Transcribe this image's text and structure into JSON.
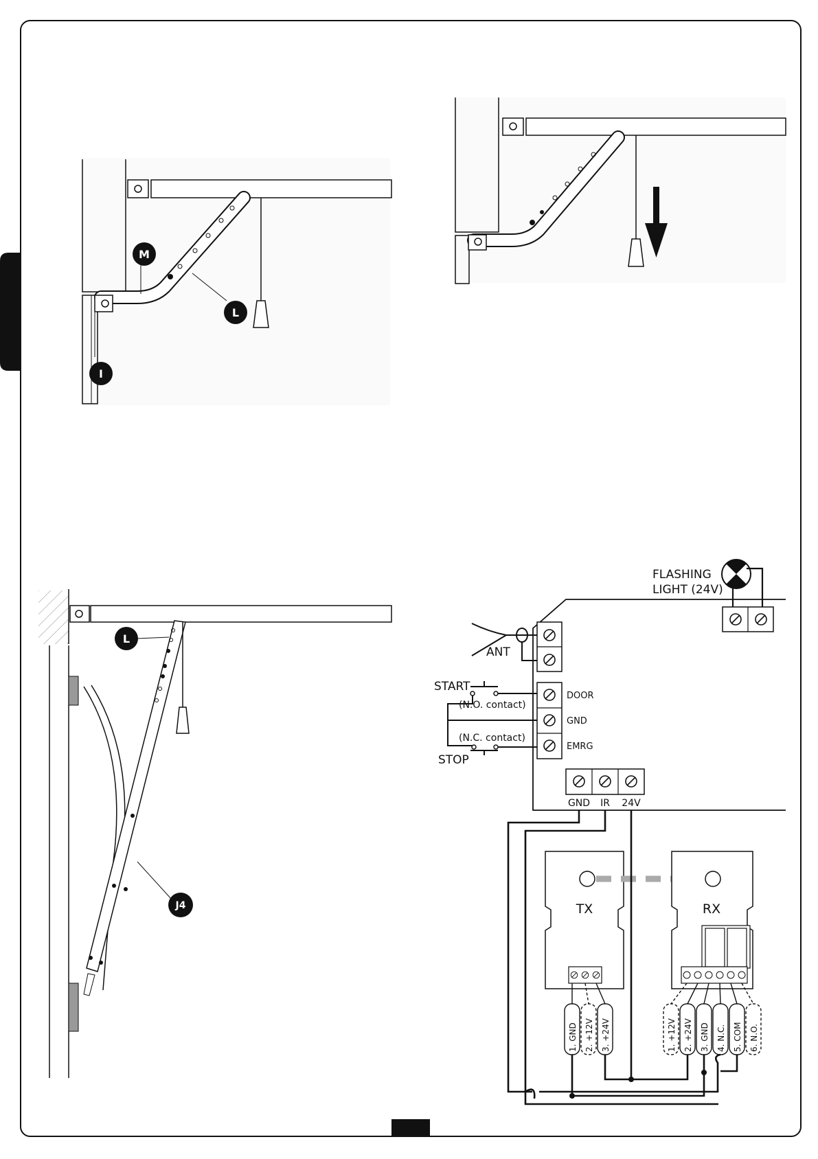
{
  "figures": {
    "arm_detail": {
      "callouts": [
        "M",
        "L",
        "I"
      ]
    },
    "arm_release": {
      "arrow": "arrow-down-icon"
    },
    "door_open": {
      "callouts": [
        "L",
        "J4"
      ]
    },
    "wiring": {
      "flashing_light": {
        "line1": "FLASHING",
        "line2": "LIGHT (24V)"
      },
      "antenna": "ANT",
      "start": {
        "label": "START",
        "contact": "(N.O. contact)"
      },
      "stop": {
        "label": "STOP",
        "contact": "(N.C. contact)"
      },
      "terminals_right": [
        "DOOR",
        "GND",
        "EMRG"
      ],
      "terminals_bottom": [
        "GND",
        "IR",
        "24V"
      ],
      "tx": {
        "label": "TX",
        "pins": [
          "1. GND",
          "2. +12V",
          "3. +24V"
        ]
      },
      "rx": {
        "label": "RX",
        "pins": [
          "1. +12V",
          "2. +24V",
          "3. GND",
          "4. N.C.",
          "5. COM",
          "6. N.O."
        ]
      }
    }
  }
}
